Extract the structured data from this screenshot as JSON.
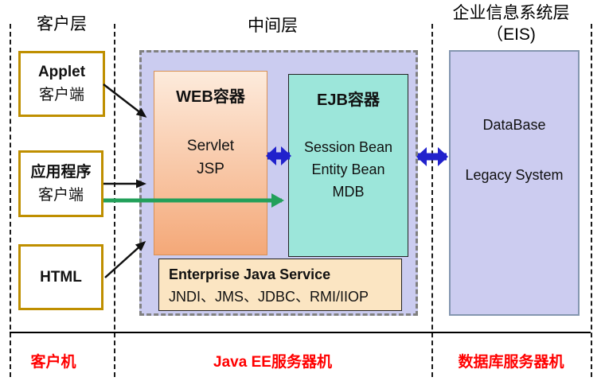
{
  "layers": [
    {
      "label": "客户层"
    },
    {
      "label": "中间层"
    },
    {
      "label": "企业信息系统层",
      "sublabel": "（EIS)"
    }
  ],
  "client_tier": {
    "applet_box": {
      "line1": "Applet",
      "line2": "客户端"
    },
    "app_box": {
      "line1": "应用程序",
      "line2": "客户端"
    },
    "html_box": {
      "line1": "HTML"
    }
  },
  "middle_tier": {
    "web_container": {
      "title": "WEB容器",
      "items": [
        "Servlet",
        "JSP"
      ]
    },
    "ejb_container": {
      "title": "EJB容器",
      "items": [
        "Session Bean",
        "Entity Bean",
        "MDB"
      ]
    },
    "service_box": {
      "title": "Enterprise Java Service",
      "subtitle": "JNDI、JMS、JDBC、RMI/IIOP"
    }
  },
  "eis_tier": {
    "database_box": {
      "line1": "DataBase",
      "line2": "Legacy System"
    }
  },
  "footer": {
    "client_machine": "客户机",
    "server_machine": "Java EE服务器机",
    "database_machine": "数据库服务器机"
  },
  "colors": {
    "gold_border": "#BF8F00",
    "container_lavender": "#CBCCF0",
    "web_gradient_top": "#FDEBDC",
    "web_gradient_bottom": "#F4A878",
    "web_border": "#D99156",
    "ejb_teal": "#9CE6DA",
    "service_wheat": "#FBE5C2",
    "eis_lavender": "#CCCCF0",
    "eis_border": "#8496B0",
    "arrow_black": "#111111",
    "arrow_green": "#22A05A",
    "arrow_blue": "#2121CC",
    "footer_red": "#FF0000",
    "dashed_gray": "#808080"
  }
}
